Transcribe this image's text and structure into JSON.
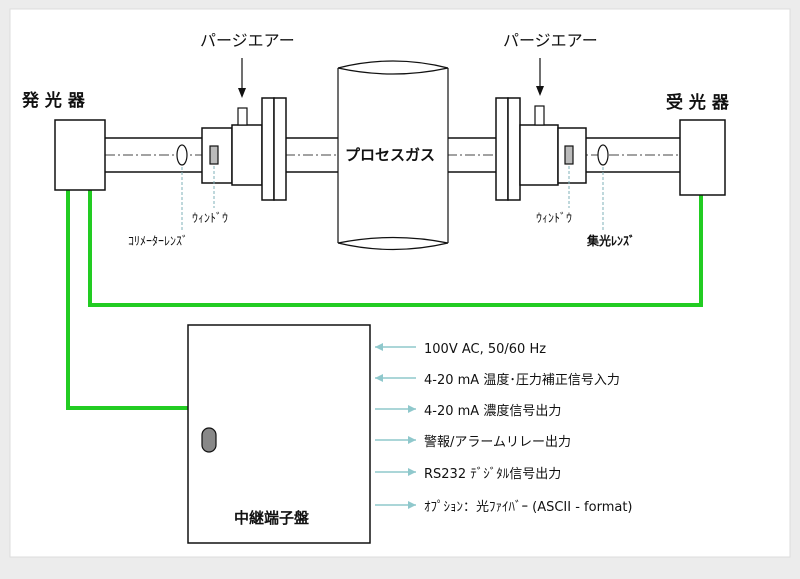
{
  "labels": {
    "emitter": "発 光 器",
    "receiver": "受 光  器",
    "purge_air_left": "パージエアー",
    "purge_air_right": "パージエアー",
    "process_gas": "プロセスガス",
    "window_left": "ｳｨﾝﾄﾞｳ",
    "window_right": "ｳｨﾝﾄﾞｳ",
    "collimator_lens": "ｺﾘﾒｰﾀｰﾚﾝｽﾞ",
    "condenser_lens": "集光ﾚﾝｽﾞ",
    "junction_box": "中継端子盤"
  },
  "signals": [
    {
      "text": "100V AC, 50/60 Hz",
      "direction": "in"
    },
    {
      "text": "4-20 mA 温度･圧力補正信号入力",
      "direction": "in"
    },
    {
      "text": "4-20 mA 濃度信号出力",
      "direction": "out"
    },
    {
      "text": "警報/アラームリレー出力",
      "direction": "out"
    },
    {
      "text": "RS232 ﾃﾞｼﾞﾀﾙ信号出力",
      "direction": "out"
    },
    {
      "text": "ｵﾌﾟｼｮﾝ：光ﾌｧｲﾊﾞｰ (ASCII - format)",
      "direction": "out"
    }
  ],
  "colors": {
    "cable": "#22cc22",
    "signal_arrow": "#8fc8cc",
    "line": "#111111",
    "panel": "#ffffff",
    "background": "#ececec"
  }
}
